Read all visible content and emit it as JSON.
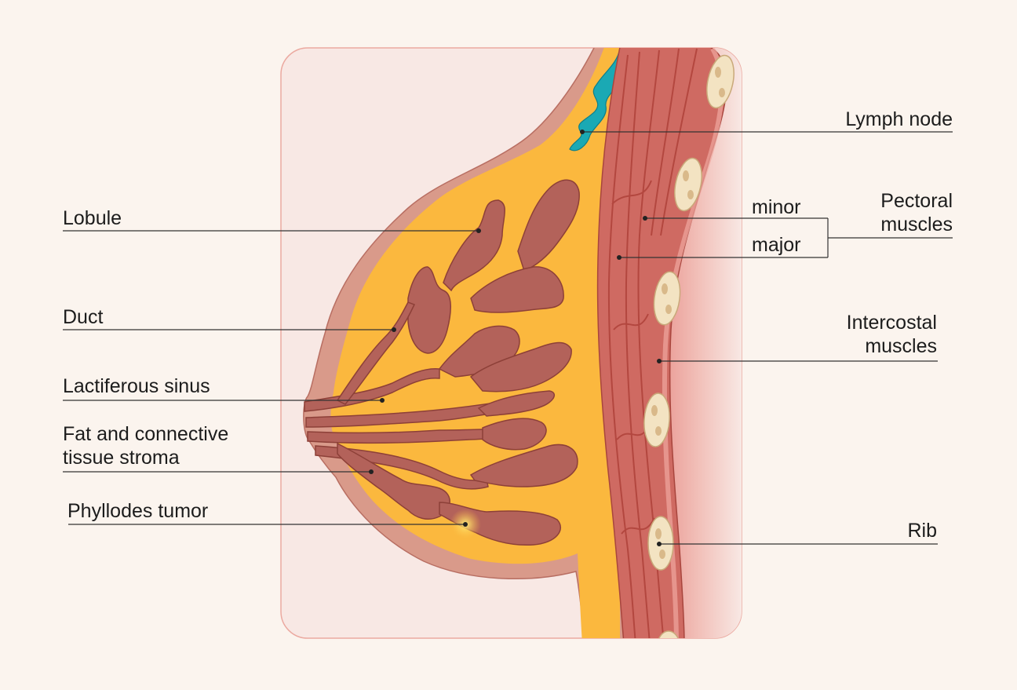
{
  "labels": {
    "lymph_node": "Lymph node",
    "lobule": "Lobule",
    "minor": "minor",
    "major": "major",
    "pectoral_1": "Pectoral",
    "pectoral_2": "muscles",
    "duct": "Duct",
    "intercostal_1": "Intercostal",
    "intercostal_2": "muscles",
    "lactiferous_sinus": "Lactiferous sinus",
    "fat_1": "Fat and connective",
    "fat_2": "tissue stroma",
    "phyllodes_tumor": "Phyllodes tumor",
    "rib": "Rib"
  },
  "colors": {
    "background": "#fbf4ee",
    "panel": "#f8e8e4",
    "skin": "#d99a8a",
    "fat": "#fbb83e",
    "gland": "#b3625a",
    "muscle": "#cf6a62",
    "lymph": "#1aa9b4",
    "rib": "#f3e3c2",
    "leader": "#333333"
  }
}
